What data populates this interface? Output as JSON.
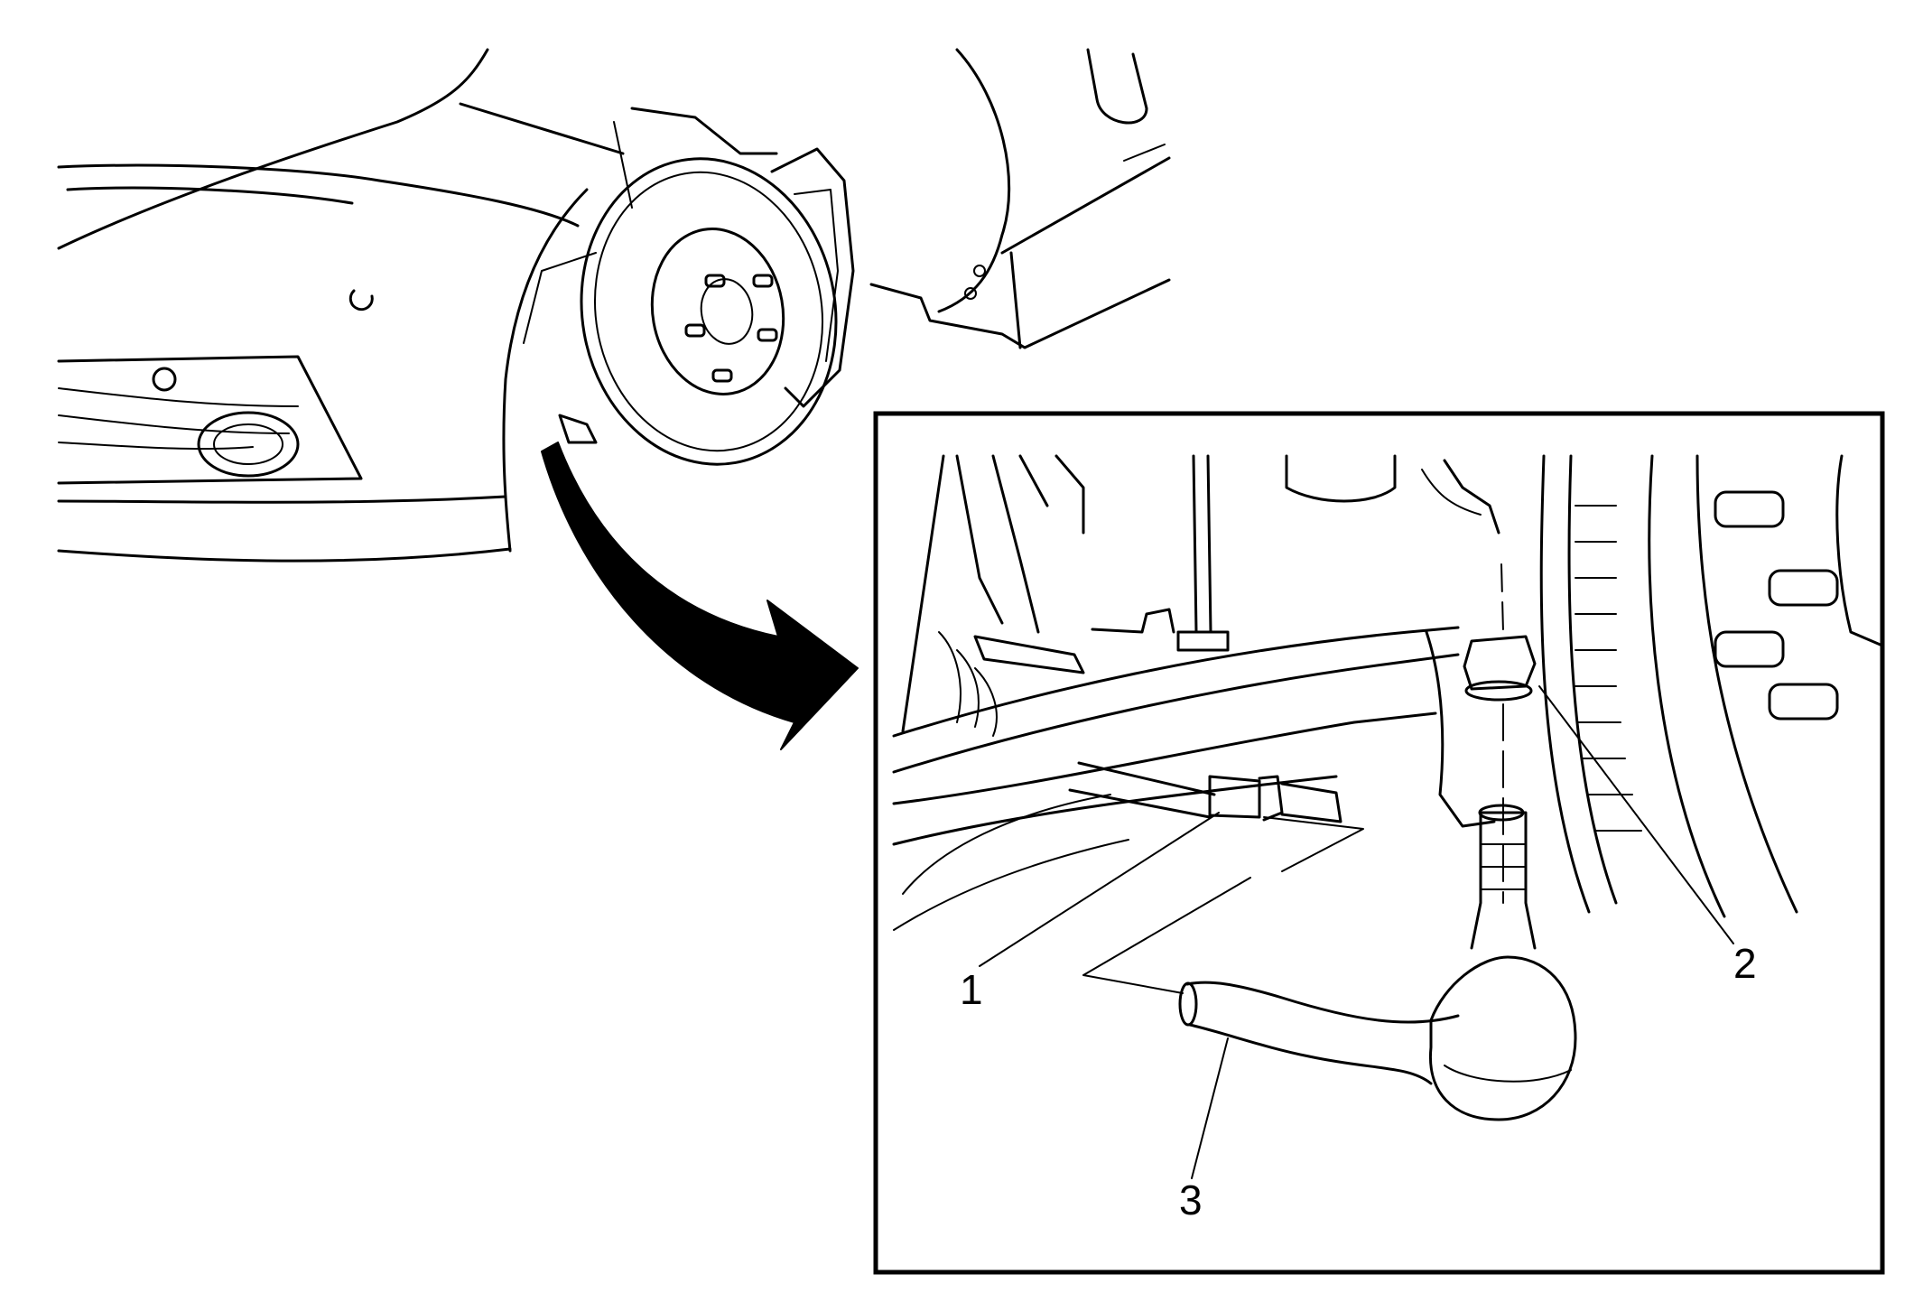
{
  "callouts": [
    {
      "id": "1",
      "label": "1"
    },
    {
      "id": "2",
      "label": "2"
    },
    {
      "id": "3",
      "label": "3"
    }
  ],
  "colors": {
    "line": "#000000",
    "background": "#ffffff"
  },
  "icons": {
    "arrow": "curved-arrow-icon"
  }
}
